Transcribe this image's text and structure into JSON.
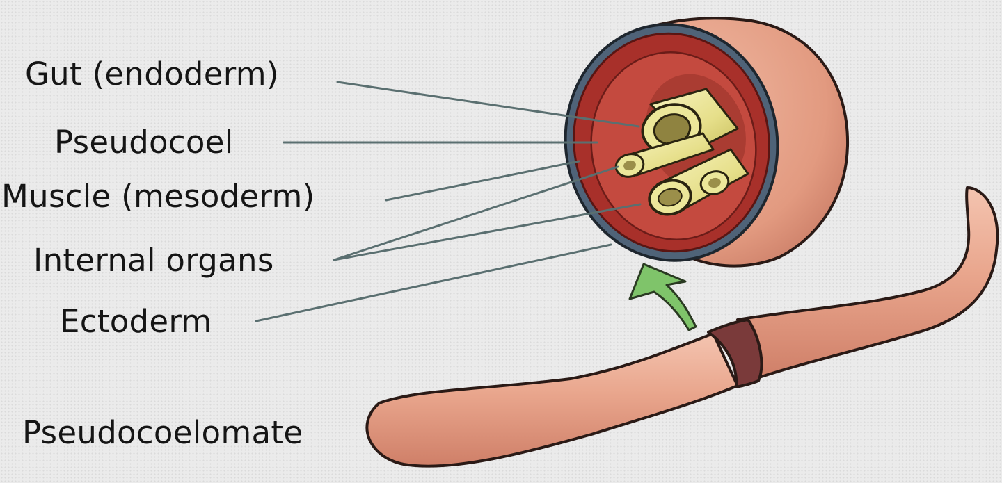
{
  "labels": {
    "gut": "Gut (endoderm)",
    "pseudocoel": "Pseudocoel",
    "muscle": "Muscle (mesoderm)",
    "internal_organs": "Internal organs",
    "ectoderm": "Ectoderm",
    "title": "Pseudocoelomate"
  },
  "colors": {
    "background": "#ebebeb",
    "body_skin": "#e7a58c",
    "ectoderm_ring": "#4f6378",
    "muscle_layer": "#a8302a",
    "pseudocoel": "#c44a3f",
    "organ_tube": "#ece79a",
    "clitellum_band": "#7a3a3a",
    "arrow": "#7fc46a",
    "leader_line": "#5a6f70"
  }
}
